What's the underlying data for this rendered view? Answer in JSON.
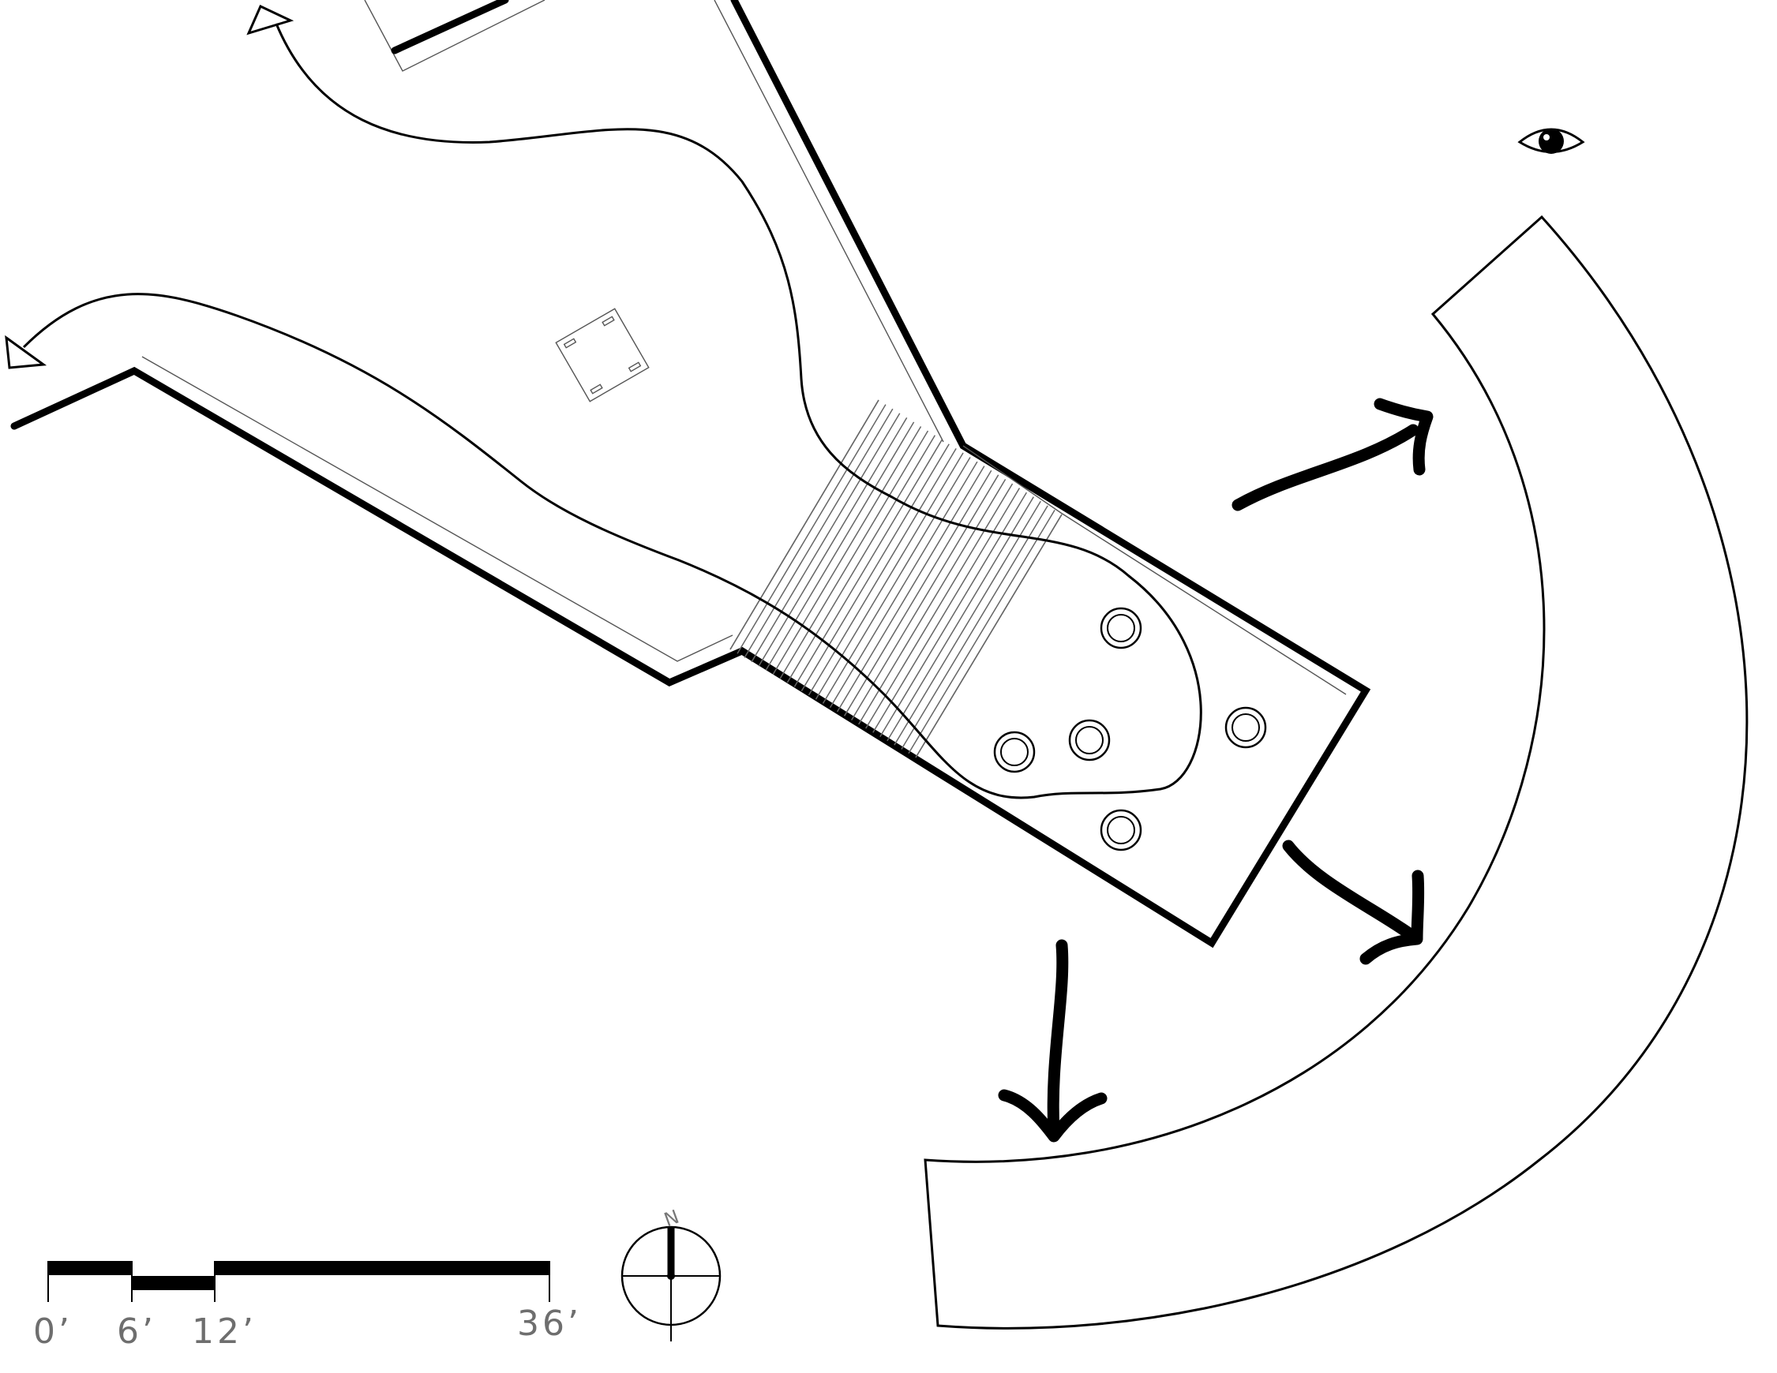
{
  "drawing": {
    "scale_bar": {
      "labels": [
        "0’",
        "6’",
        "12’",
        "36’"
      ]
    },
    "north_arrow": {
      "label": "N"
    },
    "viewpoint": {
      "icon": "eye-icon"
    },
    "icons": [
      "eye-icon",
      "north-arrow-icon",
      "flow-arrow-icon",
      "entry-triangle-icon"
    ],
    "colors": {
      "ink": "#000000",
      "paper": "#ffffff",
      "label_gray": "#6e6e6e"
    }
  }
}
